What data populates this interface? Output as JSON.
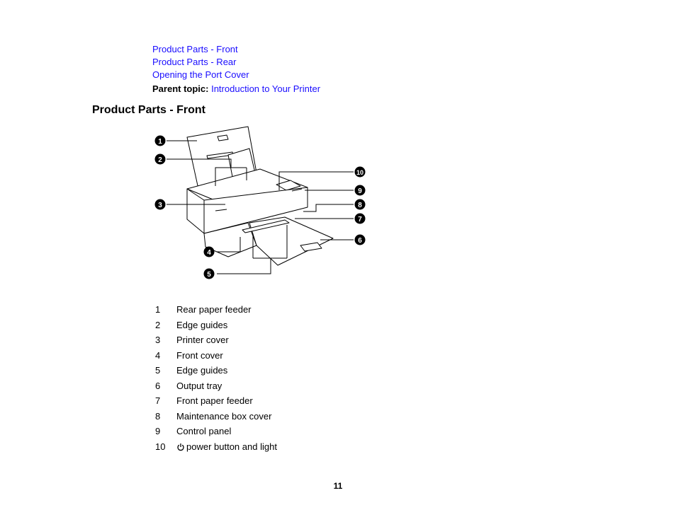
{
  "links": [
    "Product Parts - Front",
    "Product Parts - Rear",
    "Opening the Port Cover"
  ],
  "parent_topic": {
    "label": "Parent topic:",
    "link": "Introduction to Your Printer"
  },
  "section_title": "Product Parts - Front",
  "callouts": [
    "1",
    "2",
    "3",
    "4",
    "5",
    "6",
    "7",
    "8",
    "9",
    "10"
  ],
  "parts": [
    {
      "num": "1",
      "label": "Rear paper feeder"
    },
    {
      "num": "2",
      "label": "Edge guides"
    },
    {
      "num": "3",
      "label": "Printer cover"
    },
    {
      "num": "4",
      "label": "Front cover"
    },
    {
      "num": "5",
      "label": "Edge guides"
    },
    {
      "num": "6",
      "label": "Output tray"
    },
    {
      "num": "7",
      "label": "Front paper feeder"
    },
    {
      "num": "8",
      "label": "Maintenance box cover"
    },
    {
      "num": "9",
      "label": "Control panel"
    },
    {
      "num": "10",
      "label": "power button and light",
      "icon": "power-icon"
    }
  ],
  "page_number": "11"
}
